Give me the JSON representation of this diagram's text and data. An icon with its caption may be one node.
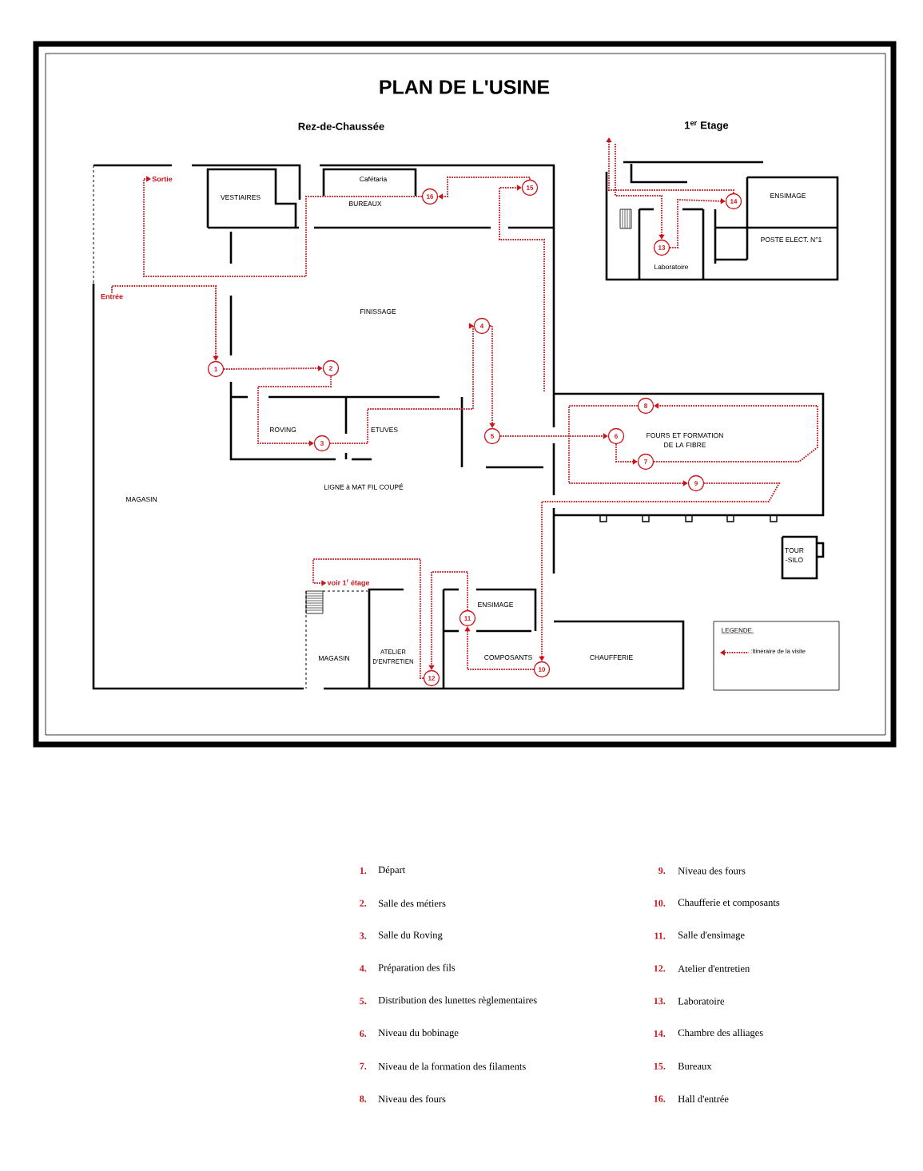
{
  "diagram": {
    "title": "PLAN DE L'USINE",
    "nodes": [
      {
        "text": [
          "1"
        ]
      },
      {
        "text": [
          "2"
        ]
      },
      {
        "text": [
          "3"
        ]
      },
      {
        "text": [
          "4"
        ]
      },
      {
        "text": [
          "5"
        ]
      },
      {
        "text": [
          "6"
        ]
      },
      {
        "text": [
          "7"
        ]
      },
      {
        "text": [
          "8"
        ]
      },
      {
        "text": [
          "9"
        ]
      },
      {
        "text": [
          "10"
        ]
      },
      {
        "text": [
          "11"
        ]
      },
      {
        "text": [
          "12"
        ]
      },
      {
        "text": [
          "13"
        ]
      },
      {
        "text": [
          "14"
        ]
      },
      {
        "text": [
          "15"
        ]
      },
      {
        "text": [
          "16"
        ]
      },
      {
        "text": [
          "Entrée"
        ]
      },
      {
        "text": [
          "Sortie"
        ]
      },
      {
        "text": [
          "voir 1$^{r}$ étage"
        ]
      }
    ],
    "edges": [
      {
        "from": 16,
        "to": 0,
        "arrow": "to"
      },
      {
        "from": 0,
        "to": 1,
        "arrow": "to"
      },
      {
        "from": 1,
        "to": 2,
        "arrow": "to"
      },
      {
        "from": 2,
        "to": 3,
        "arrow": "to"
      },
      {
        "from": 3,
        "to": 4,
        "arrow": "to"
      },
      {
        "from": 4,
        "to": 5,
        "arrow": "to"
      },
      {
        "from": 5,
        "to": 6,
        "arrow": "to"
      },
      {
        "from": 6,
        "to": 7,
        "arrow": "to"
      },
      {
        "from": 7,
        "to": 8,
        "arrow": "to"
      },
      {
        "from": 8,
        "to": 9,
        "arrow": "to"
      },
      {
        "from": 9,
        "to": 10,
        "arrow": "to"
      },
      {
        "from": 10,
        "to": 11,
        "arrow": "to"
      },
      {
        "from": 11,
        "to": 18,
        "arrow": "to"
      },
      {
        "from": null,
        "to": 12,
        "arrow": "to"
      },
      {
        "from": 12,
        "to": 13,
        "arrow": "to"
      },
      {
        "from": 13,
        "to": null,
        "arrow": "to"
      },
      {
        "from": null,
        "to": 14,
        "arrow": "to"
      },
      {
        "from": 14,
        "to": 15,
        "arrow": "to"
      },
      {
        "from": 15,
        "to": 17,
        "arrow": "to"
      }
    ],
    "labels": [
      "Rez-de-Chaussée",
      "1$^{er}$ Etage",
      "Cafétaria",
      "VESTIAIRES",
      "BUREAUX",
      "ENSIMAGE",
      "Laboratoire",
      "POSTE ELECT. N°1",
      "FINISSAGE",
      "ROVING",
      "ETUVES",
      "FOURS ET FORMATION DE LA FIBRE",
      "LIGNE à MAT FIL COUPÉ",
      "MAGASIN",
      "TOUR -SILO",
      "ENSIMAGE",
      "MAGASIN",
      "ATELIER D'ENTRETIEN",
      "COMPOSANTS",
      "CHAUFFERIE",
      "LEGENDE.",
      "1.",
      "Départ",
      "2.",
      "Salle des métiers",
      "3.",
      "Salle du Roving",
      "4.",
      "Préparation des fils",
      "5.",
      "Distribution des lunettes règlementaires",
      "6.",
      "Niveau du bobinage",
      "7.",
      "Niveau de la formation des filaments",
      "8.",
      "Niveau des fours",
      "9.",
      "Niveau des fours",
      "10.",
      "Chaufferie et composants",
      "11.",
      "Salle d'ensimage",
      "12.",
      "Atelier d'entretien",
      "13.",
      "Laboratoire",
      "14.",
      "Chambre des alliages",
      "15.",
      "Bureaux",
      "16.",
      "Hall d'entrée"
    ],
    "legend": [
      {
        "text": ":Itinéraire de la visite"
      }
    ]
  }
}
